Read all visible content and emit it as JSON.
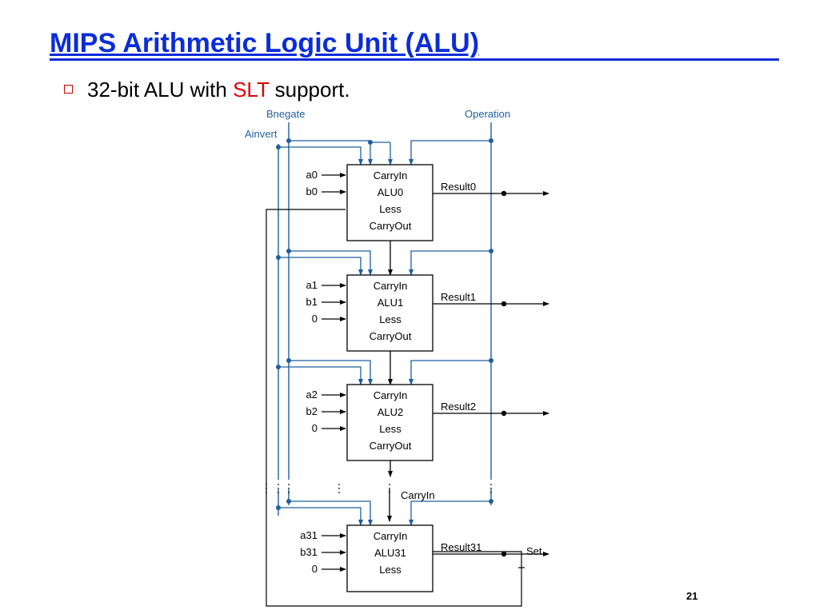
{
  "slide": {
    "title": "MIPS Arithmetic Logic Unit (ALU)",
    "bullet_pre": "32-bit ALU with ",
    "bullet_accent": "SLT",
    "bullet_post": " support.",
    "page_number": "21"
  },
  "colors": {
    "title": "#0a2dd8",
    "accent": "#e00000",
    "control_wire": "#1f5f9f",
    "data_wire": "#000000"
  },
  "diagram": {
    "controls": {
      "bnegate": "Bnegate",
      "ainvert": "Ainvert",
      "operation": "Operation"
    },
    "alus": [
      {
        "name": "ALU0",
        "carry_in": "CarryIn",
        "less": "Less",
        "carry_out": "CarryOut",
        "a": "a0",
        "b": "b0",
        "result": "Result0"
      },
      {
        "name": "ALU1",
        "carry_in": "CarryIn",
        "less": "Less",
        "carry_out": "CarryOut",
        "a": "a1",
        "b": "b1",
        "less_input": "0",
        "result": "Result1"
      },
      {
        "name": "ALU2",
        "carry_in": "CarryIn",
        "less": "Less",
        "carry_out": "CarryOut",
        "a": "a2",
        "b": "b2",
        "less_input": "0",
        "result": "Result2"
      },
      {
        "name": "ALU31",
        "carry_in": "CarryIn",
        "less": "Less",
        "a": "a31",
        "b": "b31",
        "less_input": "0",
        "result": "Result31"
      }
    ],
    "carry_in_label": "CarryIn",
    "set_label": "Set"
  }
}
